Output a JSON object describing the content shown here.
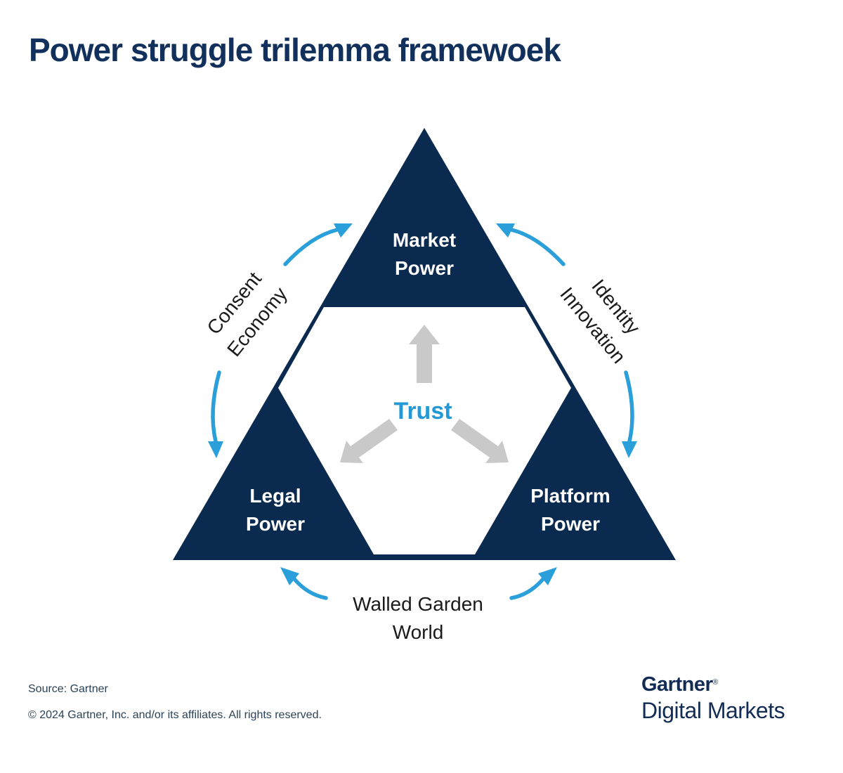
{
  "page": {
    "title": "Power struggle trilemma framewoek"
  },
  "diagram": {
    "corners": [
      {
        "id": "top",
        "label": "Market Power"
      },
      {
        "id": "bottom-left",
        "label": "Legal Power"
      },
      {
        "id": "bottom-right",
        "label": "Platform Power"
      }
    ],
    "center_label": "Trust",
    "edge_labels": [
      {
        "id": "left",
        "label": "Consent Economy"
      },
      {
        "id": "right",
        "label": "Identity Innovation"
      },
      {
        "id": "bottom",
        "label": "Walled Garden World"
      }
    ],
    "colors": {
      "triangle_navy": "#0a2a50",
      "trust_text_blue": "#2598d6",
      "cycle_arrow_blue": "#2a9fd9",
      "trust_arrow_gray": "#c9c9c9",
      "edge_label_text": "#1a1a1a",
      "title_navy": "#12305c"
    }
  },
  "footer": {
    "source": "Source: Gartner",
    "copyright": "© 2024 Gartner, Inc. and/or its affiliates. All rights reserved."
  },
  "logo": {
    "brand": "Gartner",
    "registered": "®",
    "division": "Digital Markets"
  }
}
